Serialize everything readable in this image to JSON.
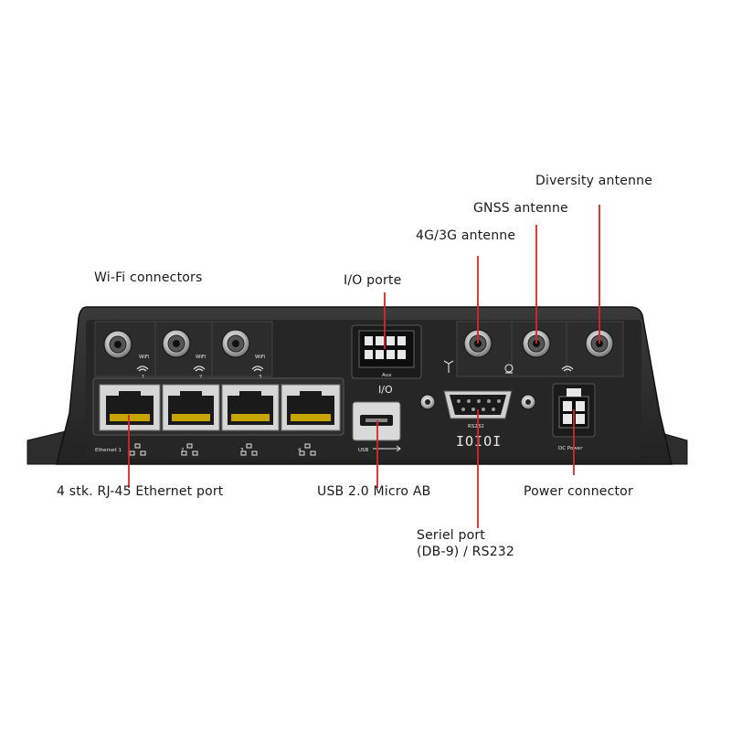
{
  "labels": {
    "diversity_antenne": "Diversity antenne",
    "gnss_antenne": "GNSS antenne",
    "antenne_4g3g": "4G/3G antenne",
    "wifi_connectors": "Wi-Fi connectors",
    "io_porte": "I/O porte",
    "ethernet_port": "4 stk. RJ-45 Ethernet port",
    "usb": "USB 2.0 Micro AB",
    "power_connector": "Power connector",
    "serial_line1": "Seriel port",
    "serial_line2": "(DB-9) / RS232"
  },
  "device_text": {
    "wifi1": "WiFi",
    "wifi1_num": "1",
    "wifi2": "WiFi",
    "wifi2_num": "2",
    "wifi3": "WiFi",
    "wifi3_num": "3",
    "aux": "Aux",
    "io": "I/O",
    "rs232": "RS232",
    "serial_bits": "IOIOI",
    "ethernet": "Ethernet 1",
    "eth2": "2",
    "eth3": "3",
    "eth4": "4",
    "usb": "USB",
    "dc_power": "DC Power"
  },
  "colors": {
    "leader_line": "#d9262b",
    "device_body": "#2b2b2b",
    "device_panel": "#1e1e1e",
    "label_text": "#1a1a1a"
  }
}
